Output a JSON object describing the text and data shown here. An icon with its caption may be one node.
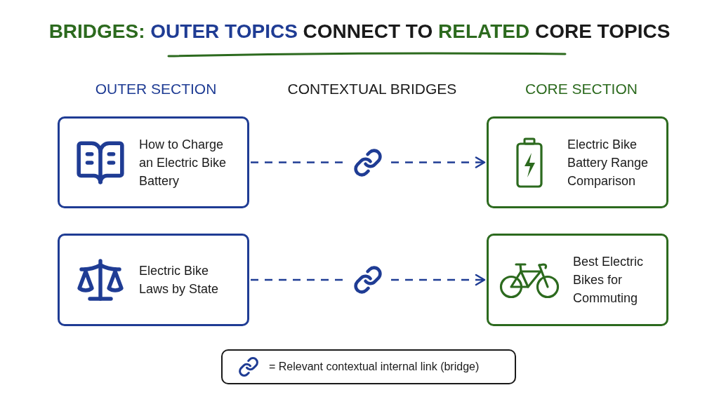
{
  "diagram": {
    "title": "BRIDGES: OUTER TOPICS CONNECT TO RELATED CORE TOPICS",
    "nodes": [
      {
        "text": [
          "How to Charge an Electric Bike Battery"
        ]
      },
      {
        "text": [
          "Electric Bike Laws by State"
        ]
      },
      {
        "text": [
          "Electric Bike Battery Range Comparison"
        ]
      },
      {
        "text": [
          "Best Electric Bikes for Commuting"
        ]
      }
    ],
    "edges": [
      {
        "from": 0,
        "to": 2,
        "arrow": "to",
        "style": "dashed"
      },
      {
        "from": 1,
        "to": 3,
        "arrow": "to",
        "style": "dashed"
      }
    ],
    "labels": [
      "OUTER SECTION",
      "CONTEXTUAL BRIDGES",
      "CORE SECTION"
    ],
    "legend": [
      {
        "text": "= Relevant contextual internal link (bridge)"
      }
    ]
  }
}
